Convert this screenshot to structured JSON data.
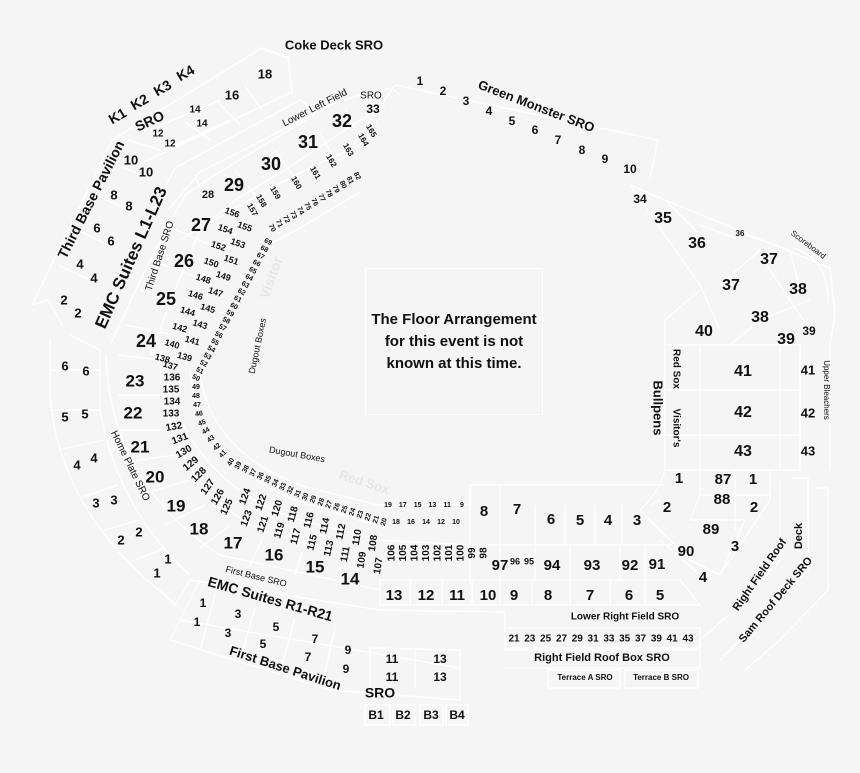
{
  "notice": {
    "line1": "The Floor Arrangement",
    "line2": "for this event is not",
    "line3": "known at this time."
  },
  "areas": [
    "Coke Deck SRO",
    "K1",
    "K2",
    "K3",
    "K4",
    "SRO",
    "Third Base Pavilion",
    "EMC Suites L1-L23",
    "Third Base SRO",
    "Lower Left Field",
    "SRO",
    "Visitor",
    "Dugout Boxes",
    "Dugout Boxes",
    "Red Sox",
    "Home Plate SRO",
    "First Base SRO",
    "EMC Suites R1-R21",
    "First Base Pavilion",
    "SRO",
    "Green Monster SRO",
    "Scoreboard",
    "Upper Bleachers",
    "Red Sox",
    "Visitor's",
    "Bullpens",
    "Lower Right Field SRO",
    "Right Field Roof Box SRO",
    "Terrace A SRO",
    "Terrace B SRO",
    "Right Field Roof",
    "Deck",
    "Sam Roof Deck SRO"
  ],
  "pavilion_sections": [
    "18",
    "16",
    "14",
    "14",
    "12",
    "12",
    "10",
    "10",
    "8",
    "8",
    "6",
    "6",
    "4",
    "4",
    "2",
    "2"
  ],
  "grandstand_sections": [
    "28",
    "29",
    "30",
    "31",
    "32",
    "33",
    "27",
    "26",
    "25",
    "24",
    "23",
    "22",
    "21",
    "20",
    "19",
    "18",
    "17",
    "16",
    "15",
    "14"
  ],
  "home_pavilion_sections": [
    "6",
    "6",
    "5",
    "5",
    "4",
    "4",
    "3",
    "3",
    "2",
    "2",
    "1",
    "1"
  ],
  "first_base_pavilion_sections": [
    "1",
    "1",
    "3",
    "3",
    "5",
    "5",
    "7",
    "7",
    "9",
    "9",
    "11",
    "13",
    "11",
    "13",
    "B1",
    "B2",
    "B3",
    "B4"
  ],
  "box_156_137": [
    "156",
    "155",
    "154",
    "153",
    "152",
    "151",
    "150",
    "149",
    "148",
    "147",
    "146",
    "145",
    "144",
    "143",
    "142",
    "141",
    "140",
    "139",
    "138",
    "137"
  ],
  "box_136_125": [
    "136",
    "135",
    "134",
    "133",
    "132",
    "131",
    "130",
    "129",
    "128",
    "127",
    "126",
    "125"
  ],
  "box_124_107": [
    "124",
    "123",
    "122",
    "121",
    "120",
    "119",
    "118",
    "117",
    "116",
    "115",
    "114",
    "113",
    "112",
    "111",
    "110",
    "109",
    "108",
    "107"
  ],
  "box_106_98": [
    "106",
    "105",
    "104",
    "103",
    "102",
    "101",
    "100",
    "99",
    "98"
  ],
  "box_157_165": [
    "157",
    "158",
    "159",
    "160",
    "161",
    "162",
    "163",
    "164",
    "165"
  ],
  "field_82_70": [
    "82",
    "81",
    "80",
    "79",
    "78",
    "77",
    "76",
    "75",
    "74",
    "73",
    "72",
    "71",
    "70"
  ],
  "field_69_50": [
    "69",
    "68",
    "67",
    "66",
    "65",
    "64",
    "63",
    "62",
    "61",
    "60",
    "59",
    "58",
    "57",
    "56",
    "55",
    "54",
    "53",
    "52",
    "51",
    "50"
  ],
  "field_49_41": [
    "49",
    "48",
    "47",
    "46",
    "45",
    "44",
    "43",
    "42",
    "41"
  ],
  "field_40_20": [
    "40",
    "39",
    "38",
    "37",
    "36",
    "35",
    "34",
    "33",
    "32",
    "31",
    "30",
    "29",
    "28",
    "27",
    "26",
    "25",
    "24",
    "23",
    "22",
    "21",
    "20"
  ],
  "field_odd_19_9": [
    "19",
    "17",
    "15",
    "13",
    "11",
    "9"
  ],
  "field_even_18_10": [
    "18",
    "16",
    "14",
    "12",
    "10"
  ],
  "right_field_sections": [
    "8",
    "7",
    "6",
    "5",
    "4",
    "3",
    "97",
    "96",
    "95",
    "94",
    "93",
    "92",
    "91",
    "90",
    "89",
    "88",
    "87",
    "1",
    "2",
    "3",
    "4",
    "1",
    "2",
    "13",
    "12",
    "11",
    "10",
    "9",
    "8",
    "7",
    "6",
    "5"
  ],
  "roof_box_sections": [
    "21",
    "23",
    "25",
    "27",
    "29",
    "31",
    "33",
    "35",
    "37",
    "39",
    "41",
    "43"
  ],
  "green_monster_sections": [
    "1",
    "2",
    "3",
    "4",
    "5",
    "6",
    "7",
    "8",
    "9",
    "10"
  ],
  "bleacher_sections": [
    "34",
    "35",
    "36",
    "36",
    "37",
    "37",
    "38",
    "38",
    "39",
    "39",
    "40",
    "41",
    "42",
    "43",
    "41",
    "42",
    "43"
  ]
}
